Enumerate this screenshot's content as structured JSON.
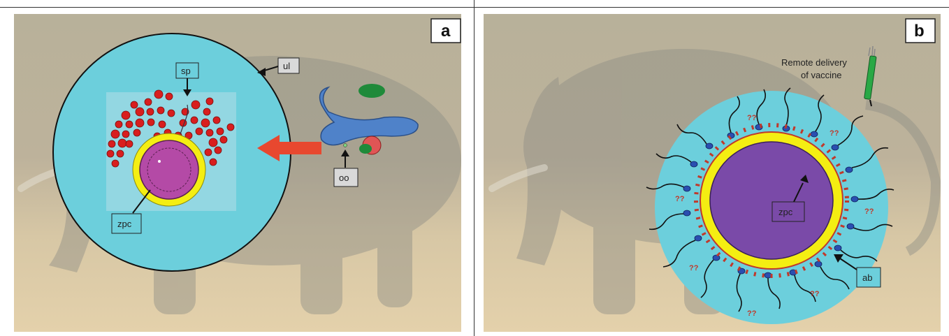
{
  "panels": {
    "a": {
      "letter": "a",
      "labels": {
        "sp": "sp",
        "ul": "ul",
        "oo": "oo",
        "zpc": "zpc"
      }
    },
    "b": {
      "letter": "b",
      "remote_delivery_line1": "Remote delivery",
      "remote_delivery_line2": "of vaccine",
      "labels": {
        "zpc": "zpc",
        "ab": "ab"
      },
      "unknown_mark": "??"
    }
  },
  "colors": {
    "background_tint": "#c9b79a",
    "circle_fill": "#6ccfdc",
    "zona": "#f4ee12",
    "oocyte_a": "#b44aa6",
    "oocyte_b": "#7a4aa8",
    "sperm_red": "#d81e1e",
    "arrow_red": "#e8482f",
    "uterus_blue": "#4f82c9",
    "ovary_green": "#1f8a3a",
    "antibody_red": "#c0392b",
    "dart_green": "#2aa845"
  }
}
